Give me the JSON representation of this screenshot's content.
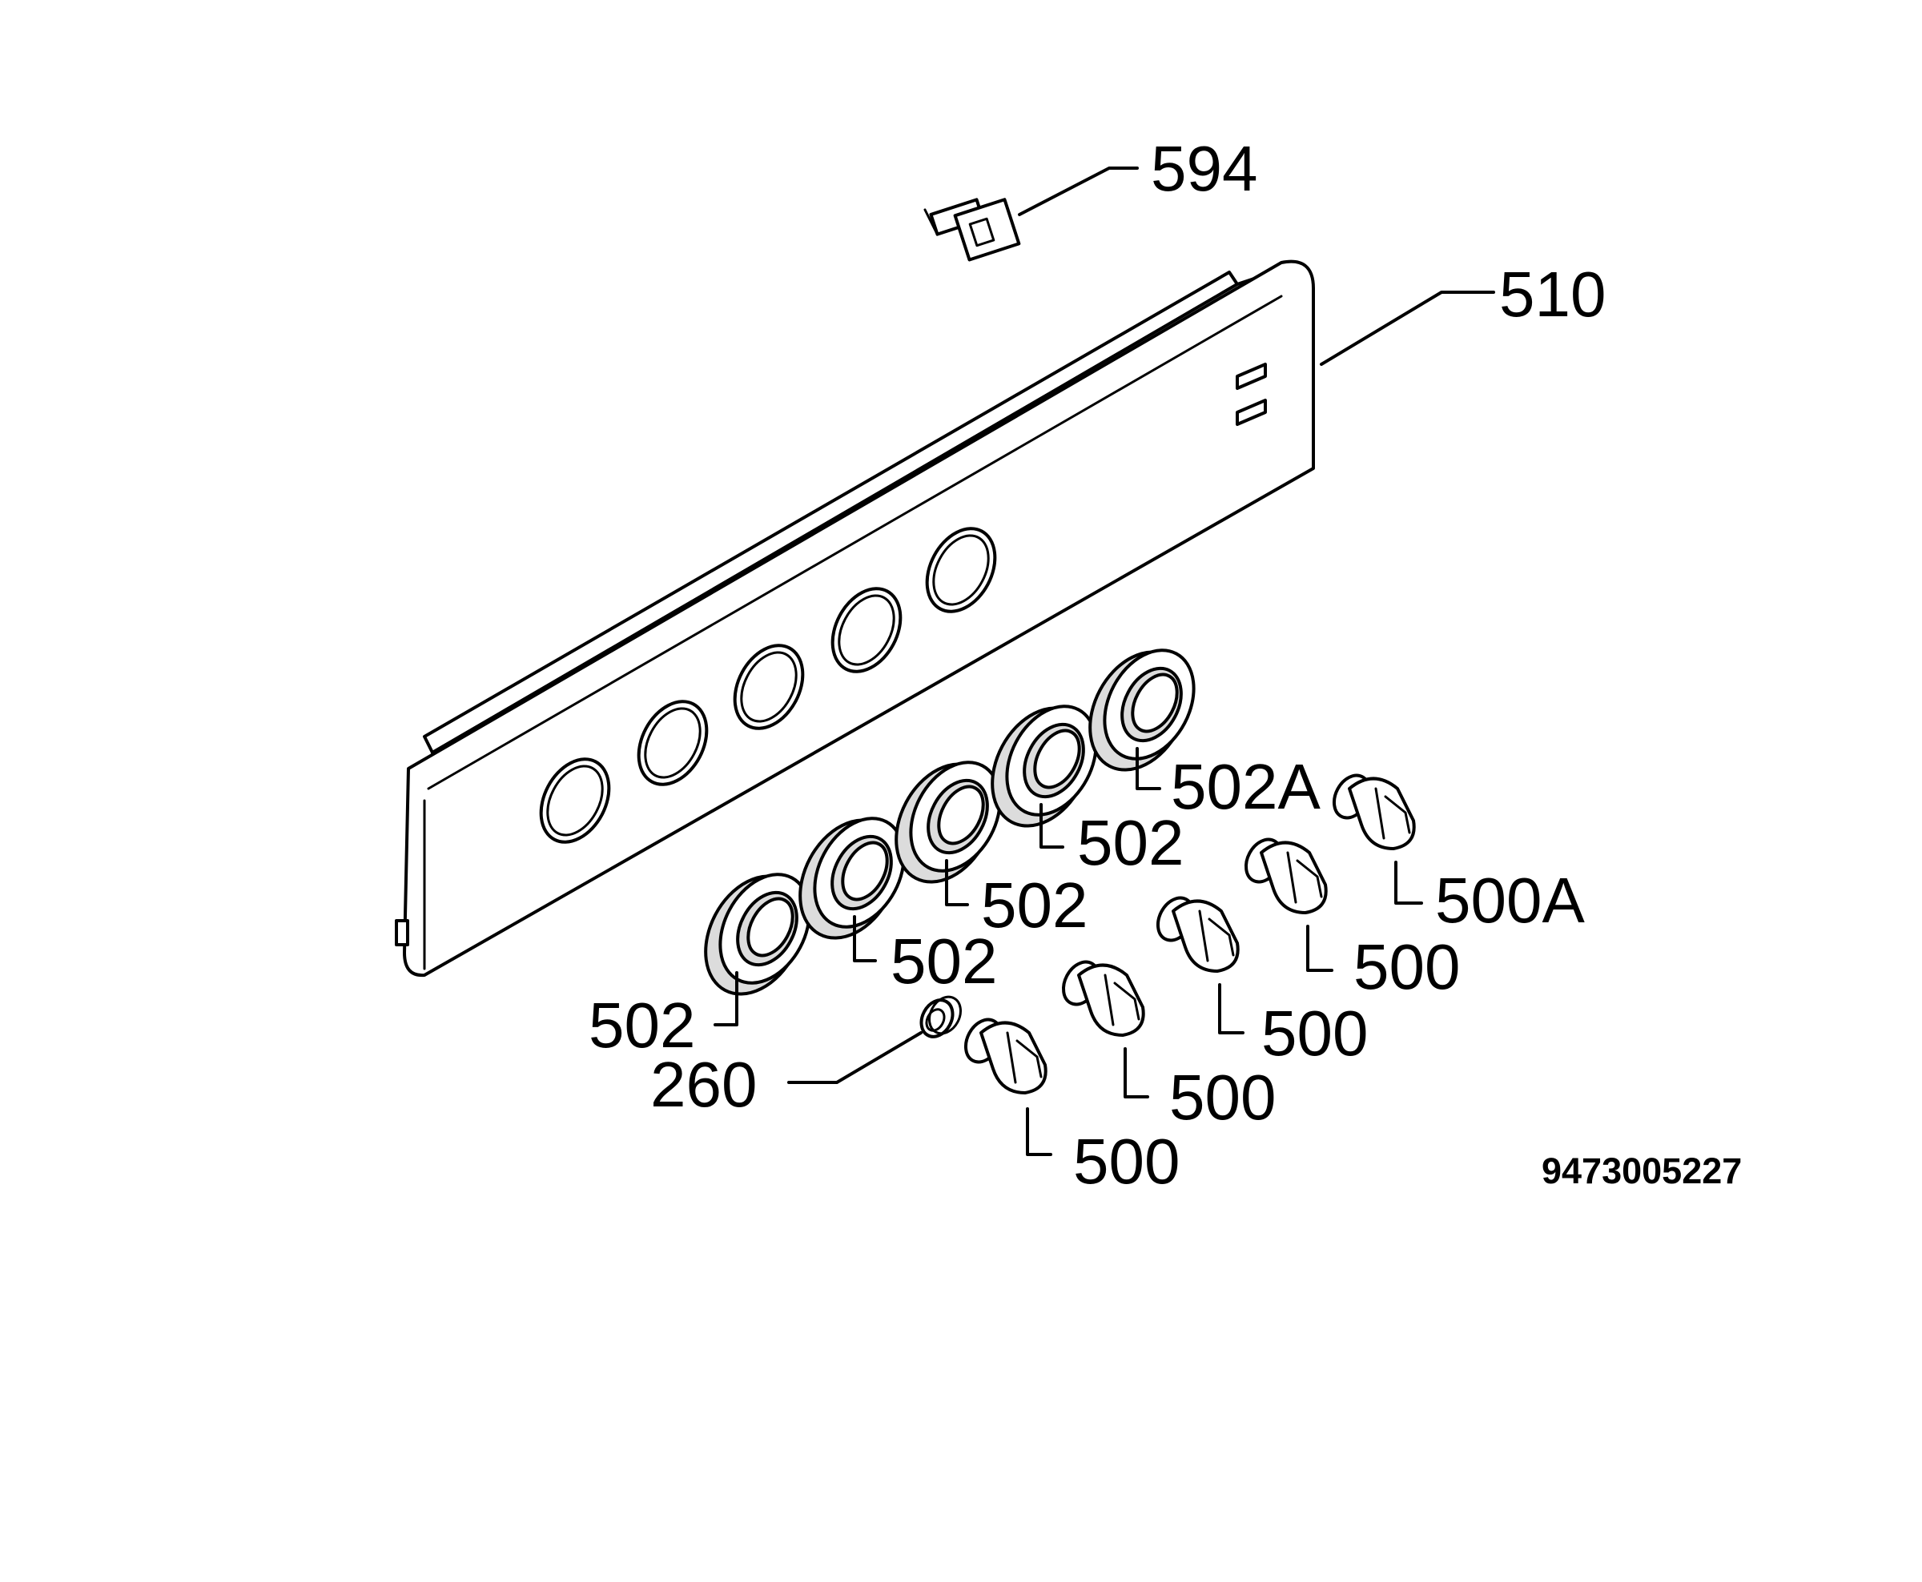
{
  "drawing": {
    "document_number": "9473005227",
    "callouts": {
      "switch": "594",
      "panel": "510",
      "bezel_1": "502",
      "bezel_2": "502",
      "bezel_3": "502",
      "bezel_4": "502",
      "bezel_5": "502A",
      "spring": "260",
      "knob_1": "500",
      "knob_2": "500",
      "knob_3": "500",
      "knob_4": "500",
      "knob_5": "500A"
    },
    "colors": {
      "line": "#000000",
      "background": "#ffffff",
      "shading": "#dcdcdc"
    }
  }
}
